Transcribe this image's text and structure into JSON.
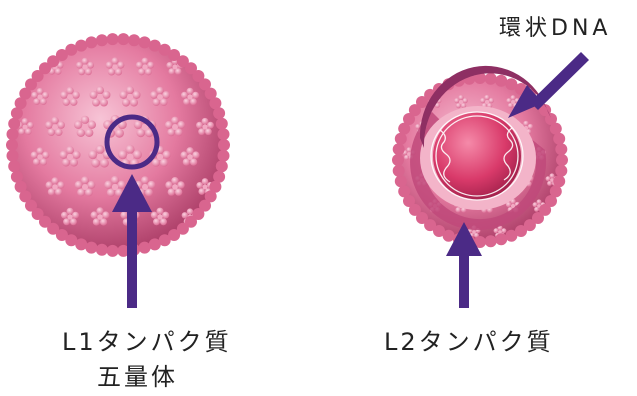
{
  "labels": {
    "circular_dna": "環状DNA",
    "l1_protein": "L1タンパク質",
    "pentamer": "五量体",
    "l2_protein": "L2タンパク質"
  },
  "colors": {
    "arrow": "#4b2a86",
    "capsid": "#e47aa0",
    "capsid_dark": "#b9476f",
    "capsomere": "#f0a3c0",
    "core": "#d93a6a",
    "shell_rim": "#c0497a",
    "background": "#ffffff"
  },
  "icons": {
    "capsid": "virus-particle-illustration",
    "cutaway": "virus-cutaway-illustration"
  }
}
